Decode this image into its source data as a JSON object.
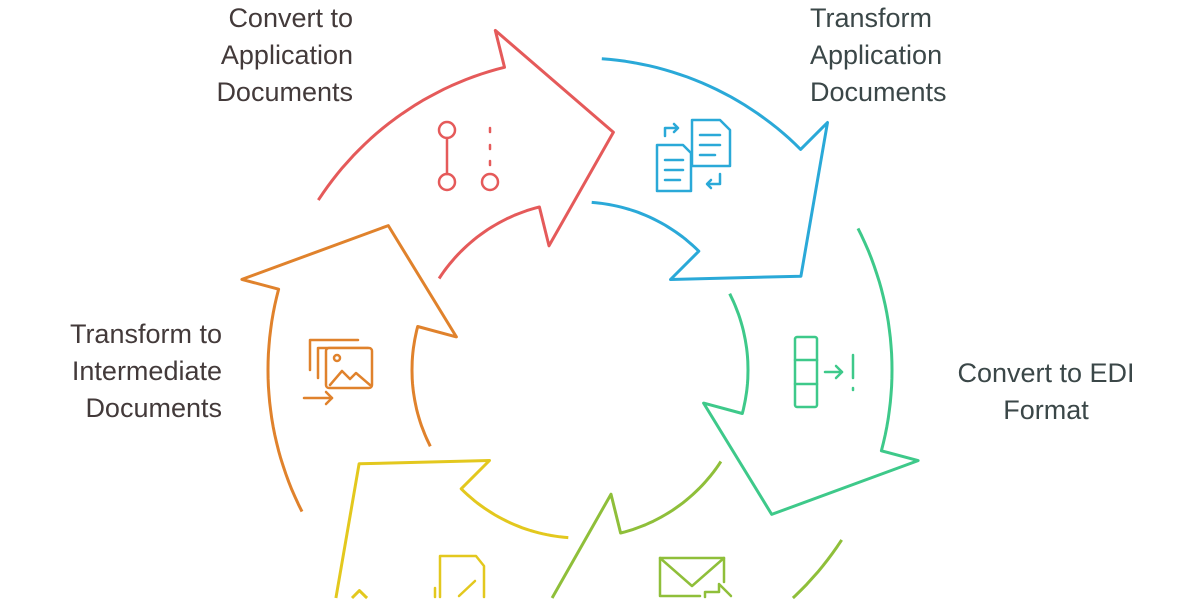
{
  "steps": [
    {
      "id": "convert-to-application",
      "label": "Convert to Application Documents",
      "lines": [
        "Convert to",
        "Application",
        "Documents"
      ],
      "color": "#e55a5a",
      "icon": "timeline-icon"
    },
    {
      "id": "transform-application",
      "label": "Transform Application Documents",
      "lines": [
        "Transform",
        "Application",
        "Documents"
      ],
      "color": "#2aa9d8",
      "icon": "document-swap-icon"
    },
    {
      "id": "convert-to-edi",
      "label": "Convert to EDI Format",
      "lines": [
        "Convert to EDI",
        "Format"
      ],
      "color": "#3ec98a",
      "icon": "format-export-icon"
    },
    {
      "id": "send",
      "label": "",
      "lines": [],
      "color": "#8fbf3a",
      "icon": "mail-send-icon"
    },
    {
      "id": "receive",
      "label": "",
      "lines": [],
      "color": "#e3c81e",
      "icon": "document-import-icon"
    },
    {
      "id": "transform-intermediate",
      "label": "Transform to Intermediate Documents",
      "lines": [
        "Transform to",
        "Intermediate",
        "Documents"
      ],
      "color": "#e0822c",
      "icon": "image-transform-icon"
    }
  ]
}
